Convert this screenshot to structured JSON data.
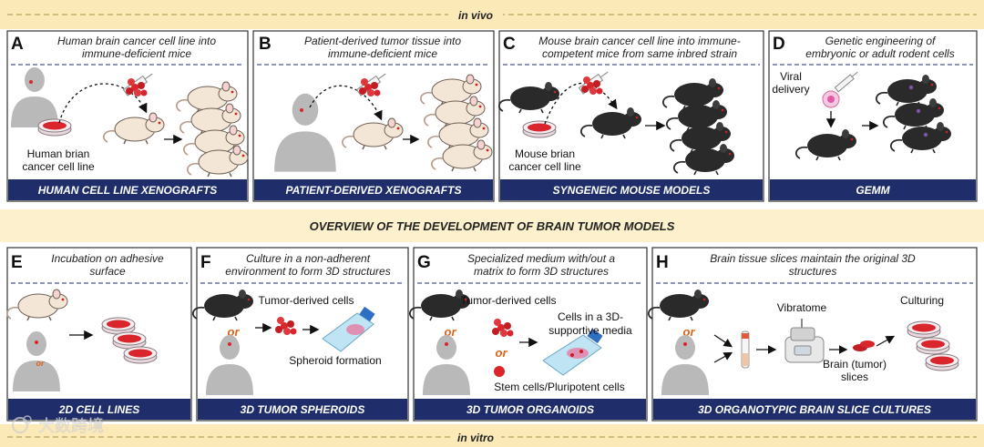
{
  "top_band": {
    "label": "in vivo"
  },
  "bottom_band": {
    "label": "in vitro"
  },
  "overview_title": "OVERVIEW OF THE DEVELOPMENT OF BRAIN TUMOR MODELS",
  "watermark": "大数跨境",
  "colors": {
    "banner": "#1f2e6b",
    "band": "#fbe9b8",
    "cells": "#d9262c",
    "or_text": "#d8641e",
    "mouse_black": "#2a2a2a",
    "mouse_light": "#f3e6d6",
    "human": "#b9b9b9"
  },
  "panels": [
    {
      "letter": "A",
      "title_lines": [
        "Human brain cancer cell line into",
        "immune-deficient mice"
      ],
      "banner": "HUMAN CELL LINE XENOGRAFTS",
      "labels": [
        "Human brian",
        "cancer cell line"
      ]
    },
    {
      "letter": "B",
      "title_lines": [
        "Patient-derived tumor tissue into",
        "immune-deficient mice"
      ],
      "banner": "PATIENT-DERIVED XENOGRAFTS",
      "labels": []
    },
    {
      "letter": "C",
      "title_lines": [
        "Mouse brain cancer cell line into immune-",
        "competent mice from same inbred strain"
      ],
      "banner": "SYNGENEIC MOUSE MODELS",
      "labels": [
        "Mouse brian",
        "cancer cell line"
      ]
    },
    {
      "letter": "D",
      "title_lines": [
        "Genetic engineering of",
        "embryonic or adult rodent cells"
      ],
      "banner": "GEMM",
      "labels": [
        "Viral",
        "delivery"
      ]
    },
    {
      "letter": "E",
      "title_lines": [
        "Incubation on adhesive",
        "surface"
      ],
      "banner": "2D CELL LINES",
      "labels": [],
      "or": "or"
    },
    {
      "letter": "F",
      "title_lines": [
        "Culture in a non-adherent",
        "environment to form 3D structures"
      ],
      "banner": "3D TUMOR SPHEROIDS",
      "labels": [
        "Tumor-derived cells",
        "Spheroid formation"
      ],
      "or": "or"
    },
    {
      "letter": "G",
      "title_lines": [
        "Specialized medium with/out a",
        "matrix to form 3D structures"
      ],
      "banner": "3D TUMOR ORGANOIDS",
      "labels": [
        "Tumor-derived cells",
        "Cells in a 3D-",
        "supportive media",
        "Stem cells/Pluripotent cells"
      ],
      "or": "or",
      "or2": "or"
    },
    {
      "letter": "H",
      "title_lines": [
        "Brain tissue slices maintain the original 3D",
        "structures"
      ],
      "banner": "3D ORGANOTYPIC BRAIN SLICE CULTURES",
      "labels": [
        "Vibratome",
        "Culturing",
        "Brain (tumor)",
        "slices"
      ],
      "or": "or"
    }
  ]
}
